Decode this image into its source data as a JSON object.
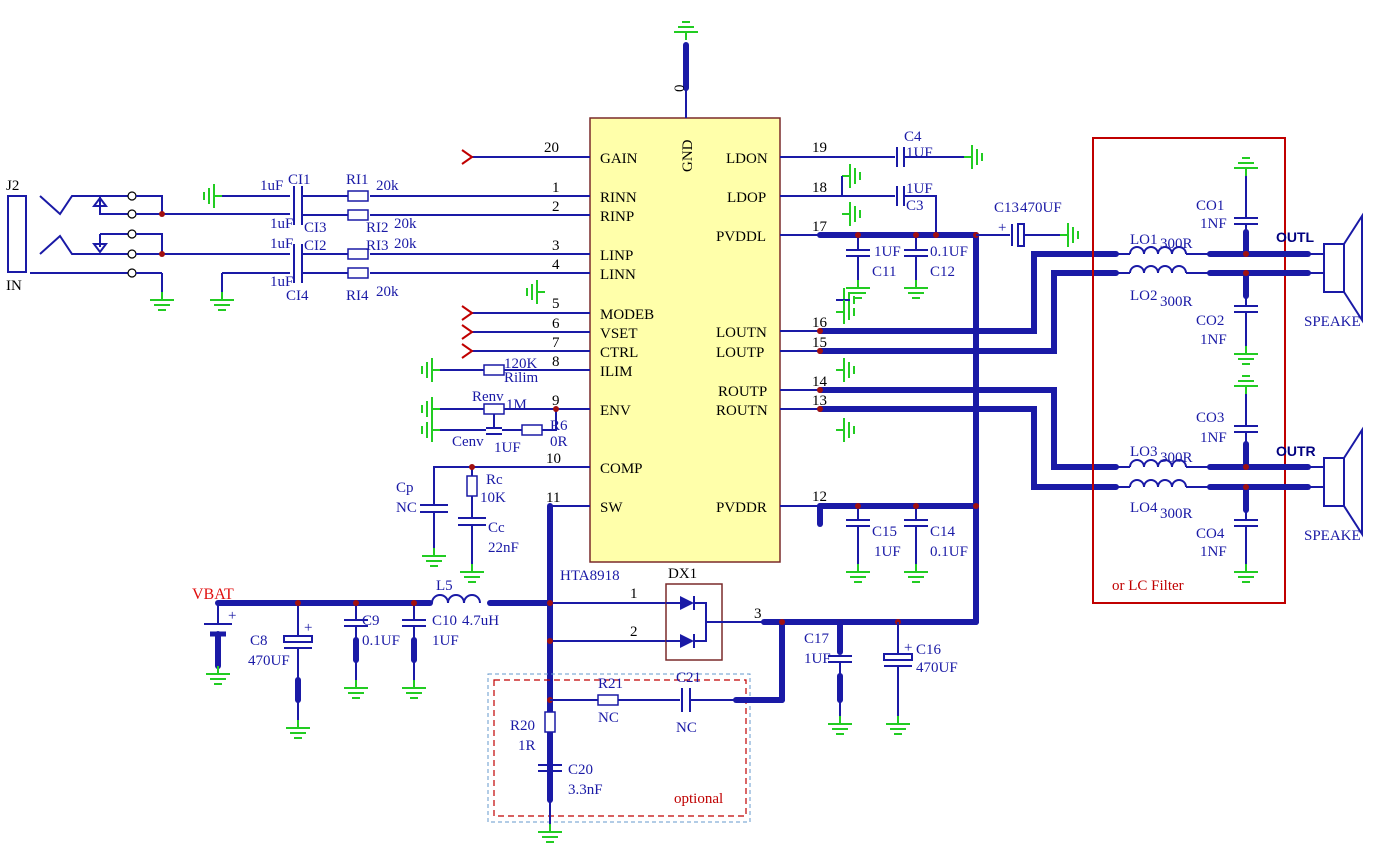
{
  "chip": {
    "part": "HTA8918",
    "left_pins": [
      {
        "num": "20",
        "name": "GAIN"
      },
      {
        "num": "1",
        "name": "RINN"
      },
      {
        "num": "2",
        "name": "RINP"
      },
      {
        "num": "3",
        "name": "LINP"
      },
      {
        "num": "4",
        "name": "LINN"
      },
      {
        "num": "5",
        "name": "MODEB"
      },
      {
        "num": "6",
        "name": "VSET"
      },
      {
        "num": "7",
        "name": "CTRL"
      },
      {
        "num": "8",
        "name": "ILIM"
      },
      {
        "num": "9",
        "name": "ENV"
      },
      {
        "num": "10",
        "name": "COMP"
      },
      {
        "num": "11",
        "name": "SW"
      }
    ],
    "right_pins": [
      {
        "num": "19",
        "name": "LDON"
      },
      {
        "num": "18",
        "name": "LDOP"
      },
      {
        "num": "17",
        "name": "PVDDL"
      },
      {
        "num": "16",
        "name": "LOUTN"
      },
      {
        "num": "15",
        "name": "LOUTP"
      },
      {
        "num": "14",
        "name": "ROUTP"
      },
      {
        "num": "13",
        "name": "ROUTN"
      },
      {
        "num": "12",
        "name": "PVDDR"
      }
    ],
    "top_pin": {
      "num": "0",
      "name": "GND"
    }
  },
  "input": {
    "ref": "J2",
    "label": "IN"
  },
  "input_parts": {
    "ci1": {
      "ref": "CI1",
      "value": "1uF"
    },
    "ci3": {
      "ref": "CI3",
      "value": "1uF"
    },
    "ci2": {
      "ref": "CI2",
      "value": "1uF"
    },
    "ci4": {
      "ref": "CI4",
      "value": "1uF"
    },
    "ri1": {
      "ref": "RI1",
      "value": "20k"
    },
    "ri2": {
      "ref": "RI2",
      "value": "20k"
    },
    "ri3": {
      "ref": "RI3",
      "value": "20k"
    },
    "ri4": {
      "ref": "RI4",
      "value": "20k"
    }
  },
  "config_parts": {
    "rilim": {
      "ref": "Rilim",
      "value": "120K"
    },
    "renv": {
      "ref": "Renv",
      "value": "1M"
    },
    "cenv": {
      "ref": "Cenv",
      "value": "1UF"
    },
    "r6": {
      "ref": "R6",
      "value": "0R"
    },
    "rc": {
      "ref": "Rc",
      "value": "10K"
    },
    "cp": {
      "ref": "Cp",
      "value": "NC"
    },
    "cc": {
      "ref": "Cc",
      "value": "22nF"
    }
  },
  "ldo_parts": {
    "c4": {
      "ref": "C4",
      "value": "1UF"
    },
    "c3": {
      "ref": "C3",
      "value": "1UF"
    },
    "c13": {
      "ref": "C13",
      "value": "470UF"
    },
    "c11": {
      "ref": "C11",
      "value": "1UF"
    },
    "c12": {
      "ref": "C12",
      "value": "0.1UF"
    },
    "c15": {
      "ref": "C15",
      "value": "1UF"
    },
    "c14": {
      "ref": "C14",
      "value": "0.1UF"
    }
  },
  "power": {
    "vbat": "VBAT",
    "c8": {
      "ref": "C8",
      "value": "470UF"
    },
    "c9": {
      "ref": "C9",
      "value": "0.1UF"
    },
    "c10": {
      "ref": "C10",
      "value": "1UF"
    },
    "l5": {
      "ref": "L5",
      "value": "4.7uH"
    },
    "dx1": {
      "ref": "DX1",
      "pin1": "1",
      "pin2": "2",
      "pin3": "3"
    },
    "c17": {
      "ref": "C17",
      "value": "1UF"
    },
    "c16": {
      "ref": "C16",
      "value": "470UF"
    }
  },
  "optional": {
    "label": "optional",
    "r21": {
      "ref": "R21",
      "value": "NC"
    },
    "c21": {
      "ref": "C21",
      "value": "NC"
    },
    "r20": {
      "ref": "R20",
      "value": "1R"
    },
    "c20": {
      "ref": "C20",
      "value": "3.3nF"
    }
  },
  "filter": {
    "label": "or LC Filter",
    "lo1": {
      "ref": "LO1",
      "value": "300R"
    },
    "lo2": {
      "ref": "LO2",
      "value": "300R"
    },
    "lo3": {
      "ref": "LO3",
      "value": "300R"
    },
    "lo4": {
      "ref": "LO4",
      "value": "300R"
    },
    "co1": {
      "ref": "CO1",
      "value": "1NF"
    },
    "co2": {
      "ref": "CO2",
      "value": "1NF"
    },
    "co3": {
      "ref": "CO3",
      "value": "1NF"
    },
    "co4": {
      "ref": "CO4",
      "value": "1NF"
    },
    "outl": "OUTL",
    "outr": "OUTR",
    "speaker_top": "SPEAKE",
    "speaker_bottom": "SPEAKE"
  }
}
